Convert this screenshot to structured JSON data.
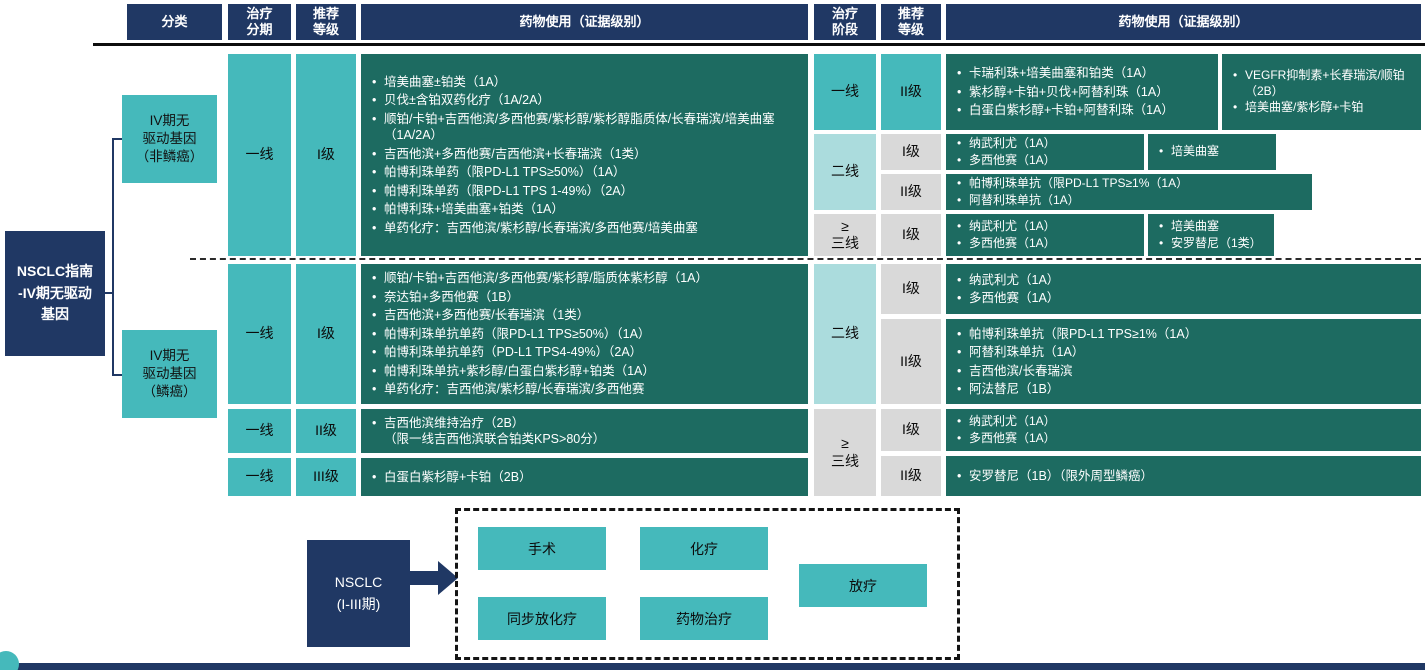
{
  "header": {
    "category": "分类",
    "stage_left": "治疗\n分期",
    "grade_left": "推荐\n等级",
    "drug_left": "药物使用（证据级别）",
    "stage_right": "治疗\n阶段",
    "grade_right": "推荐\n等级",
    "drug_right": "药物使用（证据级别）"
  },
  "root_box": {
    "label": "NSCLC指南\n-IV期无驱动\n基因"
  },
  "nonsquamous": {
    "category": "IV期无\n驱动基因\n（非鳞癌）",
    "left_row": {
      "stage": "一线",
      "grade": "I级",
      "drugs": [
        "培美曲塞±铂类（1A）",
        "贝伐±含铂双药化疗（1A/2A）",
        "顺铂/卡铂+吉西他滨/多西他赛/紫杉醇/紫杉醇脂质体/长春瑞滨/培美曲塞（1A/2A）",
        "吉西他滨+多西他赛/吉西他滨+长春瑞滨（1类）",
        "帕博利珠单药（限PD-L1 TPS≥50%）（1A）",
        "帕博利珠单药（限PD-L1 TPS 1-49%）（2A）",
        "帕博利珠+培美曲塞+铂类（1A）",
        "单药化疗：吉西他滨/紫杉醇/长春瑞滨/多西他赛/培美曲塞"
      ]
    },
    "right_first": {
      "stage": "一线",
      "grade": "II级",
      "box_a": [
        "卡瑞利珠+培美曲塞和铂类（1A）",
        "紫杉醇+卡铂+贝伐+阿替利珠（1A）",
        "白蛋白紫杉醇+卡铂+阿替利珠（1A）"
      ],
      "box_b": [
        "VEGFR抑制素+长春瑞滨/顺铂（2B）",
        "培美曲塞/紫杉醇+卡铂"
      ]
    },
    "right_second": {
      "stage": "二线",
      "grade_i": "I级",
      "box_i_a": [
        "纳武利尤（1A）",
        "多西他赛（1A）"
      ],
      "box_i_b": [
        "培美曲塞"
      ],
      "grade_ii": "II级",
      "box_ii": [
        "帕博利珠单抗（限PD-L1 TPS≥1%（1A）",
        "阿替利珠单抗（1A）"
      ]
    },
    "right_third": {
      "stage": "≥\n三线",
      "grade": "I级",
      "box_a": [
        "纳武利尤（1A）",
        "多西他赛（1A）"
      ],
      "box_b": [
        "培美曲塞",
        "安罗替尼（1类）"
      ]
    }
  },
  "squamous": {
    "category": "IV期无\n驱动基因\n（鳞癌）",
    "left_rows": [
      {
        "stage": "一线",
        "grade": "I级",
        "drugs": [
          "顺铂/卡铂+吉西他滨/多西他赛/紫杉醇/脂质体紫杉醇（1A）",
          "奈达铂+多西他赛（1B）",
          "吉西他滨+多西他赛/长春瑞滨（1类）",
          "帕博利珠单抗单药（限PD-L1 TPS≥50%）（1A）",
          "帕博利珠单抗单药（PD-L1 TPS4-49%）（2A）",
          "帕博利珠单抗+紫杉醇/白蛋白紫杉醇+铂类（1A）",
          "单药化疗：吉西他滨/紫杉醇/长春瑞滨/多西他赛"
        ]
      },
      {
        "stage": "一线",
        "grade": "II级",
        "drugs": [
          "吉西他滨维持治疗（2B）\n（限一线吉西他滨联合铂类KPS>80分）"
        ]
      },
      {
        "stage": "一线",
        "grade": "III级",
        "drugs": [
          "白蛋白紫杉醇+卡铂（2B）"
        ]
      }
    ],
    "right_second": {
      "stage": "二线",
      "grade_i": "I级",
      "box_i": [
        "纳武利尤（1A）",
        "多西他赛（1A）"
      ],
      "grade_ii": "II级",
      "box_ii": [
        "帕博利珠单抗（限PD-L1 TPS≥1%（1A）",
        "阿替利珠单抗（1A）",
        "吉西他滨/长春瑞滨",
        "阿法替尼（1B）"
      ]
    },
    "right_third": {
      "stage": "≥\n三线",
      "grade_i": "I级",
      "box_i": [
        "纳武利尤（1A）",
        "多西他赛（1A）"
      ],
      "grade_ii": "II级",
      "box_ii": [
        "安罗替尼（1B）（限外周型鳞癌）"
      ]
    }
  },
  "bottom_flow": {
    "source": "NSCLC\n(I-III期)",
    "surgery": "手术",
    "chemo": "化疗",
    "concurrent_crt": "同步放化疗",
    "drug_therapy": "药物治疗",
    "radiotherapy": "放疗"
  },
  "colors": {
    "navy": "#203864",
    "teal": "#45B9BB",
    "light_teal": "#ABDCDD",
    "gray": "#D9D9D9",
    "dark_teal": "#1D6B61"
  }
}
